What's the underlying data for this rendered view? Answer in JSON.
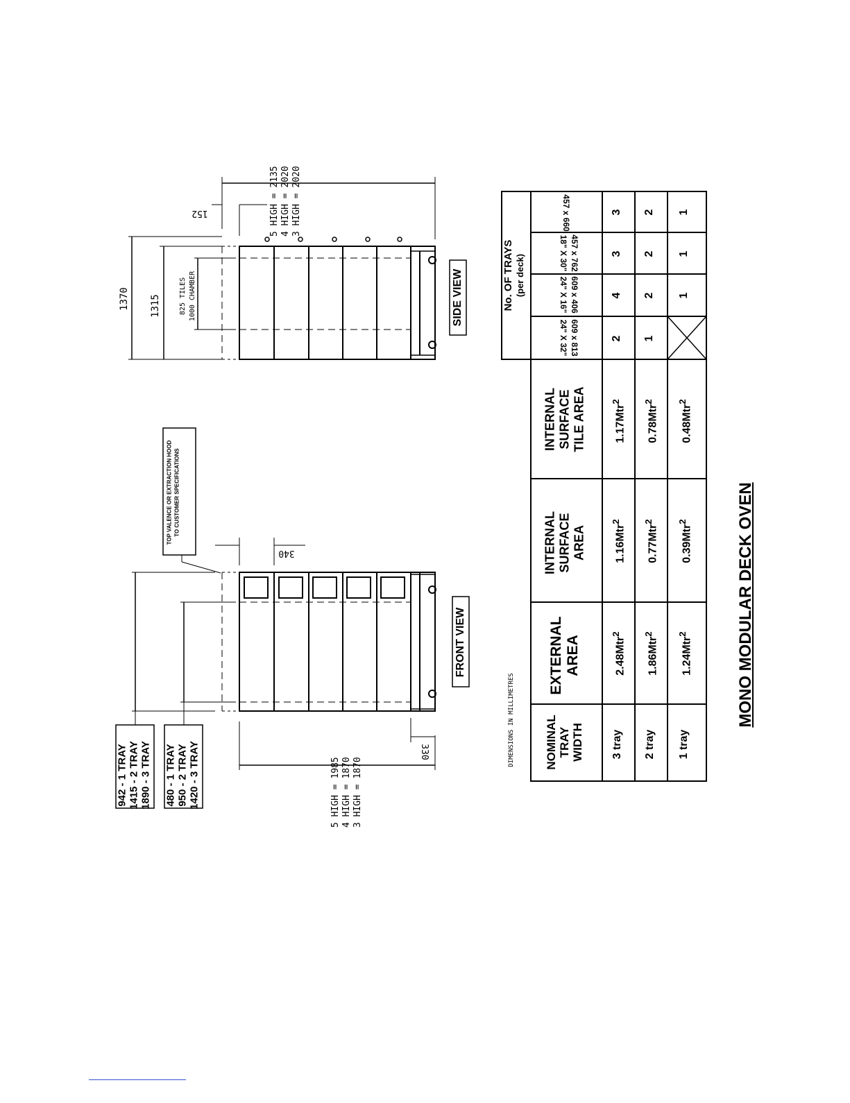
{
  "title": "MONO MODULAR DECK OVEN",
  "dimensions_note": "DIMENSIONS IN MILLIMETRES",
  "front_view": {
    "label": "FRONT VIEW",
    "width_box_1": [
      "942 - 1 TRAY",
      "1415 - 2 TRAY",
      "1890 - 3 TRAY"
    ],
    "width_box_2": [
      "480 - 1 TRAY",
      "950 - 2 TRAY",
      "1420 - 3 TRAY"
    ],
    "heights": [
      "5 HIGH = 1985",
      "4 HIGH = 1870",
      "3 HIGH = 1870"
    ],
    "dim_330": "330",
    "dim_340": "340",
    "hood_note_1": "TOP VALENCE OR EXTRACTION HOOD",
    "hood_note_2": "TO CUSTOMER SPECIFICATIONS"
  },
  "side_view": {
    "label": "SIDE VIEW",
    "dim_1370": "1370",
    "dim_1315": "1315",
    "tiles_1": "825 TILES",
    "tiles_2": "1000 CHAMBER",
    "dim_152": "152",
    "heights": [
      "5 HIGH = 2135",
      "4 HIGH = 2020",
      "3 HIGH = 2020"
    ]
  },
  "table": {
    "headers": [
      "NOMINAL TRAY WIDTH",
      "EXTERNAL AREA",
      "INTERNAL SURFACE AREA",
      "INTERNAL SURFACE TILE AREA"
    ],
    "header_lines": {
      "nominal": [
        "NOMINAL",
        "TRAY",
        "WIDTH"
      ],
      "external": [
        "EXTERNAL",
        "AREA"
      ],
      "internal": [
        "INTERNAL",
        "SURFACE",
        "AREA"
      ],
      "tile": [
        "INTERNAL",
        "SURFACE",
        "TILE AREA"
      ]
    },
    "trays_header_1": "No. OF TRAYS",
    "trays_header_2": "(per deck)",
    "tray_sizes": [
      [
        "609 x 813",
        "24\" X 32\""
      ],
      [
        "609 x 406",
        "24\" X 16\""
      ],
      [
        "457 x 762",
        "18\" X 30\""
      ],
      [
        "457 x 660",
        ""
      ]
    ],
    "rows": [
      {
        "width": "3 tray",
        "external": "2.48Mtr",
        "internal": "1.16Mtr",
        "tile": "1.17Mtr",
        "trays": [
          "2",
          "4",
          "3",
          "3"
        ]
      },
      {
        "width": "2 tray",
        "external": "1.86Mtr",
        "internal": "0.77Mtr",
        "tile": "0.78Mtr",
        "trays": [
          "1",
          "2",
          "2",
          "2"
        ]
      },
      {
        "width": "1 tray",
        "external": "1.24Mtr",
        "internal": "0.39Mtr",
        "tile": "0.48Mtr",
        "trays": [
          "",
          "1",
          "1",
          "1"
        ]
      }
    ],
    "sup": "2"
  }
}
